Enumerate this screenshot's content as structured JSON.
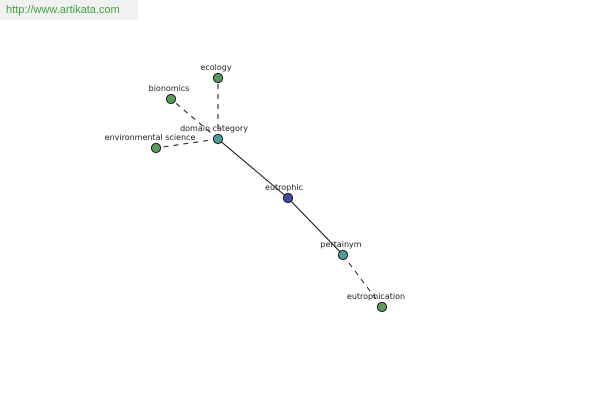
{
  "watermark": {
    "url": "http://www.artikata.com"
  },
  "colors": {
    "term": "#5a9a5a",
    "relation": "#4f9a9a",
    "center": "#3a4f9a"
  },
  "graph": {
    "nodes": [
      {
        "id": "ecology",
        "label": "ecology",
        "kind": "term"
      },
      {
        "id": "bionomics",
        "label": "bionomics",
        "kind": "term"
      },
      {
        "id": "domain-category",
        "label": "domain category",
        "kind": "relation"
      },
      {
        "id": "environmental-science",
        "label": "environmental science",
        "kind": "term"
      },
      {
        "id": "eutrophic",
        "label": "eutrophic",
        "kind": "center"
      },
      {
        "id": "pertainym",
        "label": "pertainym",
        "kind": "relation"
      },
      {
        "id": "eutrophication",
        "label": "eutrophication",
        "kind": "term"
      }
    ],
    "edges": [
      {
        "from": "eutrophic",
        "to": "domain-category",
        "style": "solid"
      },
      {
        "from": "eutrophic",
        "to": "pertainym",
        "style": "solid"
      },
      {
        "from": "domain-category",
        "to": "ecology",
        "style": "dashed"
      },
      {
        "from": "domain-category",
        "to": "bionomics",
        "style": "dashed"
      },
      {
        "from": "domain-category",
        "to": "environmental-science",
        "style": "dashed"
      },
      {
        "from": "pertainym",
        "to": "eutrophication",
        "style": "dashed"
      }
    ]
  }
}
